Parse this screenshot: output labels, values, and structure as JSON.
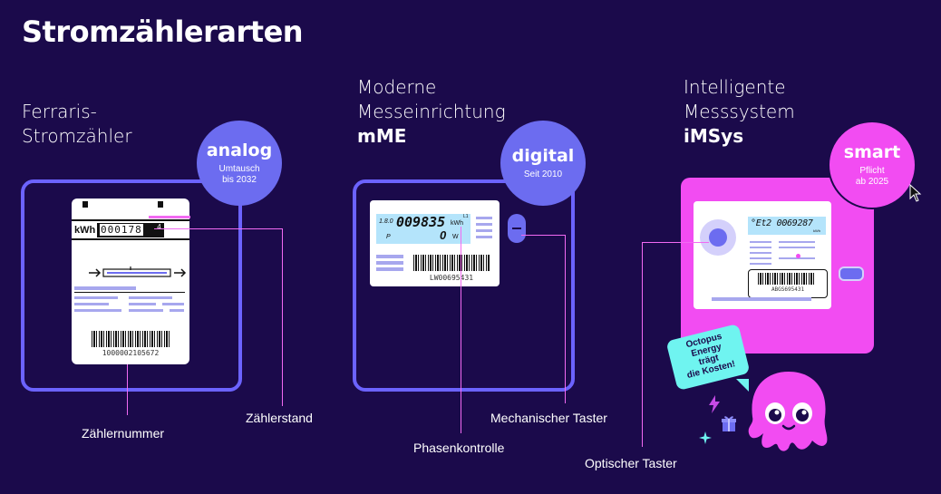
{
  "title": "Stromzählerarten",
  "columns": [
    {
      "heading_lines": [
        "Ferraris-",
        "Stromzähler"
      ],
      "heading_bold": "",
      "badge": {
        "main": "analog",
        "sub_lines": [
          "Umtausch",
          "bis 2032"
        ],
        "color": "#6c6cf0"
      },
      "meter": {
        "kwh_label": "kWh",
        "counter": "000178",
        "counter_tail": "4",
        "serial": "1000002105672"
      }
    },
    {
      "heading_lines": [
        "Moderne",
        "Messeinrichtung"
      ],
      "heading_bold": "mME",
      "badge": {
        "main": "digital",
        "sub_lines": [
          "Seit 2010"
        ],
        "color": "#6c6cf0"
      },
      "meter": {
        "display_prefix": "1.8.0",
        "display_value": "009835",
        "display_unit": "kWh",
        "display_p": "P",
        "display_power": "0",
        "display_w": "W",
        "display_marker": "L1",
        "serial": "LW00695431"
      }
    },
    {
      "heading_lines": [
        "Intelligente",
        "Messsystem"
      ],
      "heading_bold": "iMSys",
      "badge": {
        "main": "smart",
        "sub_lines": [
          "Pflicht",
          "ab 2025"
        ],
        "color": "#f24cf2"
      },
      "meter": {
        "display_value": "°Et2 0069287",
        "display_unit": "kWh",
        "serial": "ABGS695431"
      }
    }
  ],
  "labels": {
    "zaehlernummer": "Zählernummer",
    "zaehlerstand": "Zählerstand",
    "phasenkontrolle": "Phasenkontrolle",
    "mechanischer_taster": "Mechanischer Taster",
    "optischer_taster": "Optischer Taster"
  },
  "speech_bubble_lines": [
    "Octopus",
    "Energy",
    "trägt",
    "die Kosten!"
  ],
  "colors": {
    "background": "#1b0a4b",
    "frame": "#6c63ff",
    "pink": "#f24cf2",
    "lcd": "#b4e4fb",
    "bubble": "#6ff4f0",
    "line": "#f26af2"
  }
}
